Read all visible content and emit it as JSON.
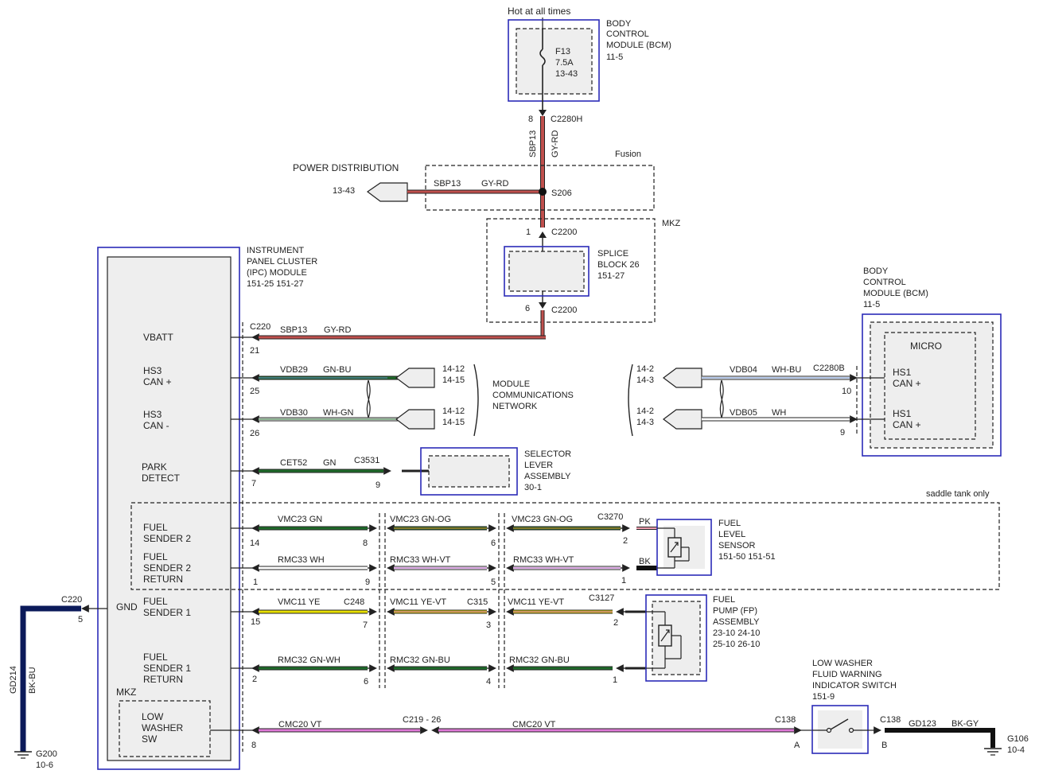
{
  "top_label": "Hot at all times",
  "bcm_top": {
    "title": [
      "BODY",
      "CONTROL",
      "MODULE (BCM)",
      "11-5"
    ],
    "fuse": [
      "F13",
      "7.5A",
      "13-43"
    ]
  },
  "c2280h": {
    "pin": "8",
    "name": "C2280H",
    "circuit": "SBP13",
    "color": "GY-RD"
  },
  "fusion_label": "Fusion",
  "mkz_label": "MKZ",
  "power_dist": {
    "title": "POWER DISTRIBUTION",
    "ref": "13-43",
    "circuit": "SBP13",
    "color": "GY-RD",
    "splice": "S206"
  },
  "c2200a": {
    "pin": "1",
    "name": "C2200"
  },
  "c2200b": {
    "pin": "6",
    "name": "C2200"
  },
  "splice_block": [
    "SPLICE",
    "BLOCK 26",
    "151-27"
  ],
  "ipc": {
    "title": [
      "INSTRUMENT",
      "PANEL CLUSTER",
      "(IPC) MODULE",
      "151-25  151-27"
    ]
  },
  "ipc_pins": {
    "vbatt": "VBATT",
    "hs3p": [
      "HS3",
      "CAN +"
    ],
    "hs3m": [
      "HS3",
      "CAN -"
    ],
    "park": [
      "PARK",
      "DETECT"
    ],
    "fs2": [
      "FUEL",
      "SENDER 2"
    ],
    "fs2r": [
      "FUEL",
      "SENDER 2",
      "RETURN"
    ],
    "gnd": "GND",
    "fs1": [
      "FUEL",
      "SENDER 1"
    ],
    "fs1r": [
      "FUEL",
      "SENDER 1",
      "RETURN"
    ],
    "mkz": "MKZ",
    "washer": [
      "LOW",
      "WASHER",
      "SW"
    ]
  },
  "row_vbatt": {
    "conn": "C220",
    "circuit": "SBP13",
    "color": "GY-RD",
    "pin": "21"
  },
  "row_hs3p": {
    "circuit": "VDB29",
    "color": "GN-BU",
    "pin": "25",
    "refs": [
      "14-12",
      "14-15"
    ]
  },
  "row_hs3m": {
    "circuit": "VDB30",
    "color": "WH-GN",
    "pin": "26",
    "refs": [
      "14-12",
      "14-15"
    ]
  },
  "mcn": [
    "MODULE",
    "COMMUNICATIONS",
    "NETWORK"
  ],
  "row_park": {
    "circuit": "CET52",
    "color": "GN",
    "conn": "C3531",
    "pin_a": "7",
    "pin_b": "9"
  },
  "selector": [
    "SELECTOR",
    "LEVER",
    "ASSEMBLY",
    "30-1"
  ],
  "saddle": "saddle tank only",
  "row_fs2": {
    "seg": [
      "VMC23   GN",
      "VMC23  GN-OG",
      "VMC23   GN-OG"
    ],
    "pins": [
      "14",
      "8",
      "6",
      "2"
    ],
    "conn": "C3270",
    "end": "PK"
  },
  "row_fs2r": {
    "seg": [
      "RMC33     WH",
      "RMC33  WH-VT",
      "RMC33    WH-VT"
    ],
    "pins": [
      "1",
      "9",
      "5",
      "1"
    ],
    "end": "BK"
  },
  "fuel_level": [
    "FUEL",
    "LEVEL",
    "SENSOR",
    "151-50  151-51"
  ],
  "gnd_c220": {
    "conn": "C220",
    "pin": "5",
    "wire": "GD214",
    "color": "BK-BU",
    "ground": [
      "G200",
      "10-6"
    ]
  },
  "row_fs1": {
    "seg": [
      "VMC11   YE",
      "VMC11   YE-VT",
      "VMC11   YE-VT"
    ],
    "conns": [
      "C248",
      "C315",
      "C3127"
    ],
    "pins": [
      "15",
      "7",
      "3",
      "2"
    ]
  },
  "row_fs1r": {
    "seg": [
      "RMC32  GN-WH",
      "RMC32  GN-BU",
      "RMC32  GN-BU"
    ],
    "pins": [
      "2",
      "6",
      "4",
      "1"
    ]
  },
  "fuel_pump": [
    "FUEL",
    "PUMP (FP)",
    "ASSEMBLY",
    "23-10  24-10",
    "25-10  26-10"
  ],
  "row_washer": {
    "circuit_a": "CMC20   VT",
    "conn_mid": "C219 - 26",
    "circuit_b": "CMC20   VT",
    "pin": "8",
    "conn_a": "C138",
    "pin_a": "A",
    "conn_b": "C138",
    "pin_b": "B",
    "gd_wire": "GD123",
    "gd_color": "BK-GY",
    "ground": [
      "G106",
      "10-4"
    ]
  },
  "washer_switch": [
    "LOW WASHER",
    "FLUID WARNING",
    "INDICATOR SWITCH",
    "151-9"
  ],
  "bcm_right": {
    "title": [
      "BODY",
      "CONTROL",
      "MODULE (BCM)",
      "11-5"
    ],
    "micro": "MICRO",
    "p1": [
      "HS1",
      "CAN +"
    ],
    "p2": [
      "HS1",
      "CAN +"
    ]
  },
  "row_vdb04": {
    "refs": [
      "14-2",
      "14-3"
    ],
    "circuit": "VDB04",
    "color": "WH-BU",
    "conn": "C2280B",
    "pin": "10"
  },
  "row_vdb05": {
    "refs": [
      "14-2",
      "14-3"
    ],
    "circuit": "VDB05",
    "color": "WH",
    "pin": "9"
  },
  "colors": {
    "gy_rd": "#c0504d",
    "gn": "#1f6b2a",
    "ye": "#e8e000",
    "vt": "#e07ad8",
    "pk": "#f0a0b0",
    "navy": "#0b1a5a",
    "blue": "#2b2bb8"
  }
}
